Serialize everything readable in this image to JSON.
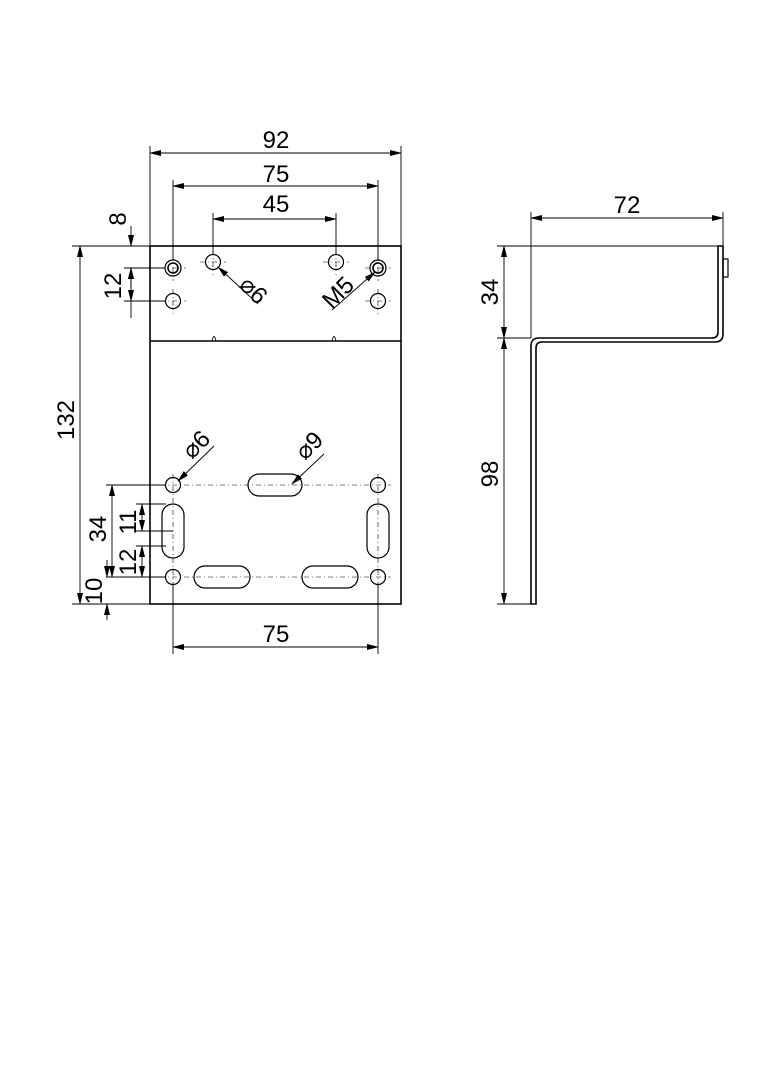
{
  "front_view": {
    "width_overall": "92",
    "width_outer_holes": "75",
    "width_inner_holes": "45",
    "top_offset": "8",
    "hole_row_spacing": "12",
    "height_overall": "132",
    "hole_dia_top": "⌀6",
    "thread_label": "M5",
    "hole_dia_lower": "⌀6",
    "slot_dia": "⌀9",
    "lower_span": "34",
    "slot_len": "11",
    "slot_gap": "12",
    "bottom_offset": "10",
    "bottom_hole_spacing": "75"
  },
  "side_view": {
    "depth": "72",
    "flange_height": "34",
    "leg_height": "98"
  }
}
